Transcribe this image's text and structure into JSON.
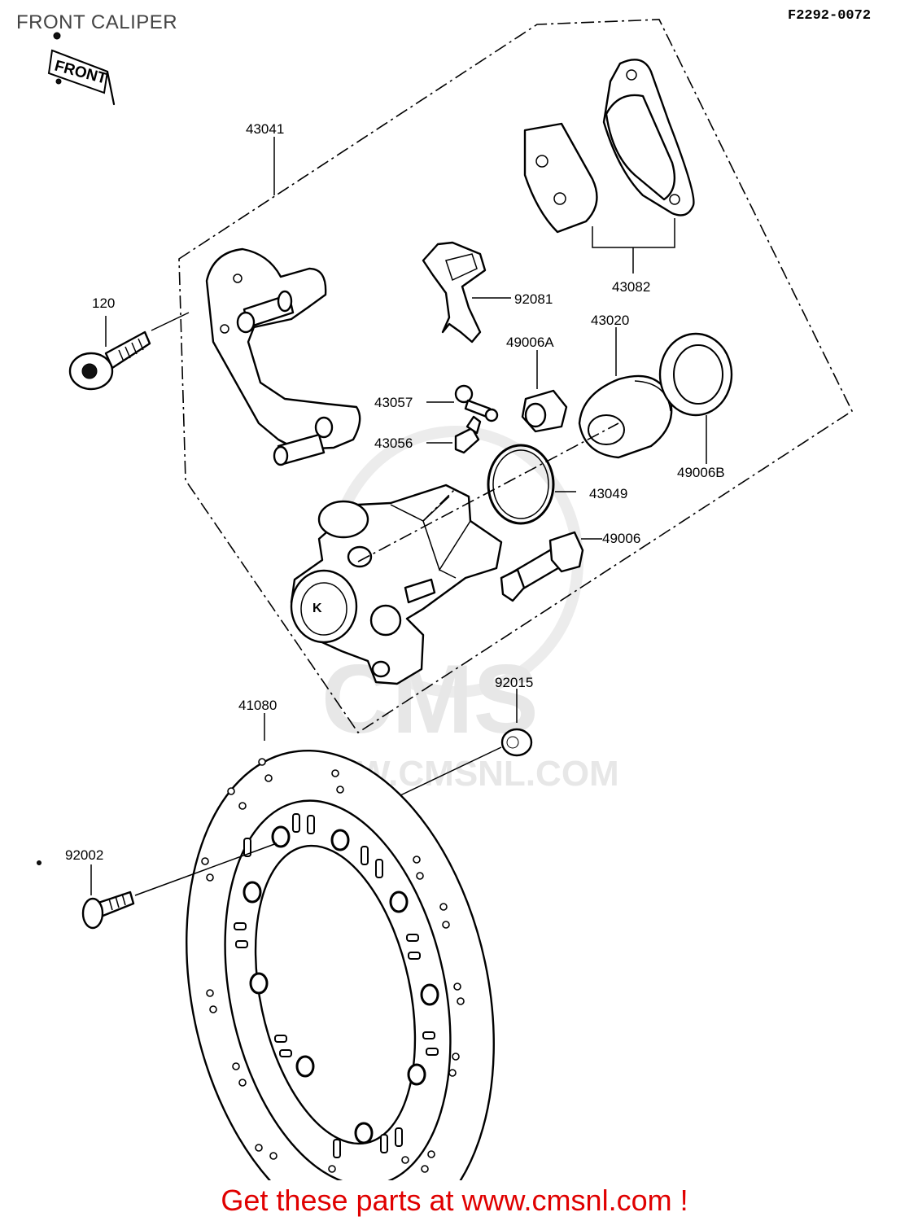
{
  "header": {
    "title": "FRONT CALIPER",
    "ref_code": "F2292-0072"
  },
  "front_tag": "FRONT",
  "parts": {
    "p43041": "43041",
    "p120": "120",
    "p92081": "92081",
    "p43082": "43082",
    "p49006A": "49006A",
    "p43020": "43020",
    "p43057": "43057",
    "p43056": "43056",
    "p49006B": "49006B",
    "p43049": "43049",
    "p49006": "49006",
    "p92015": "92015",
    "p41080": "41080",
    "p92002": "92002"
  },
  "watermark": {
    "brand": "CMS",
    "url": "WWW.CMSNL.COM"
  },
  "footer": "Get these parts at www.cmsnl.com !",
  "colors": {
    "footer_text": "#e00000",
    "title_text": "#444444",
    "watermark": "#e7e7e7"
  }
}
